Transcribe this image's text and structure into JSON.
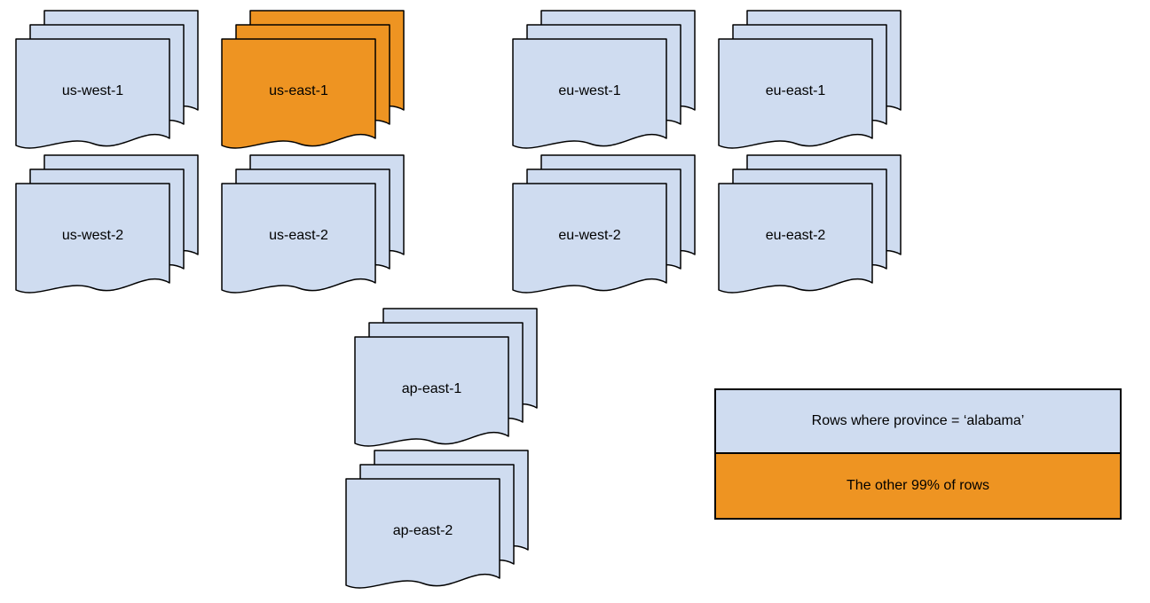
{
  "diagram": {
    "colors": {
      "region_fill": "#cfdcf0",
      "highlight_fill": "#ee9422",
      "outline": "#000000",
      "background": "#ffffff"
    },
    "stacks": [
      {
        "label": "us-west-1",
        "variant": "blue"
      },
      {
        "label": "us-east-1",
        "variant": "orange"
      },
      {
        "label": "eu-west-1",
        "variant": "blue"
      },
      {
        "label": "eu-east-1",
        "variant": "blue"
      },
      {
        "label": "us-west-2",
        "variant": "blue"
      },
      {
        "label": "us-east-2",
        "variant": "blue"
      },
      {
        "label": "eu-west-2",
        "variant": "blue"
      },
      {
        "label": "eu-east-2",
        "variant": "blue"
      },
      {
        "label": "ap-east-1",
        "variant": "blue"
      },
      {
        "label": "ap-east-2",
        "variant": "blue"
      }
    ],
    "legend": {
      "items": [
        {
          "label": "Rows where province = ‘alabama’",
          "swatch": "#cfdcf0"
        },
        {
          "label": "The other 99% of rows",
          "swatch": "#ee9422"
        }
      ]
    }
  }
}
